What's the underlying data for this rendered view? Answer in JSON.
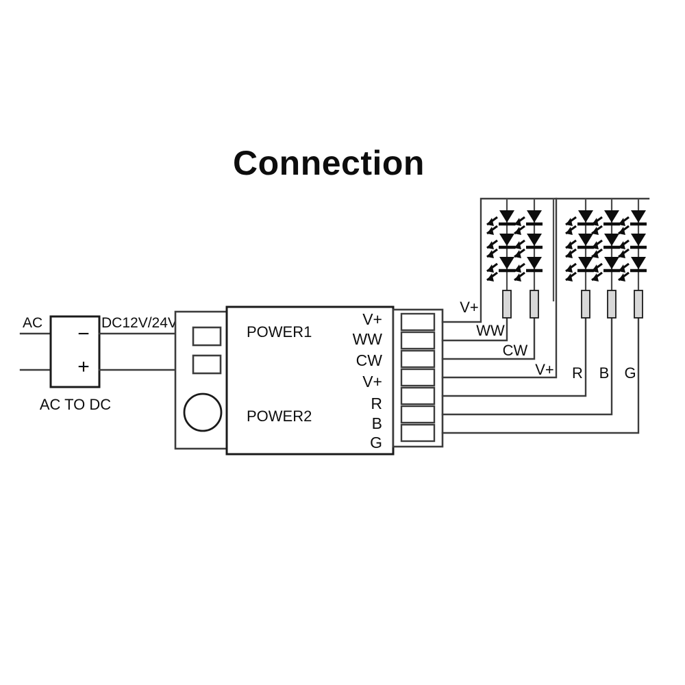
{
  "title": "Connection",
  "power_supply": {
    "caption": "AC TO DC",
    "input_label": "AC",
    "output_label": "DC12V/24V",
    "negative_sign": "−",
    "positive_sign": "+"
  },
  "controller": {
    "power1_label": "POWER1",
    "power2_label": "POWER2",
    "terminals": [
      {
        "label": "V+"
      },
      {
        "label": "WW"
      },
      {
        "label": "CW"
      },
      {
        "label": "V+"
      },
      {
        "label": "R"
      },
      {
        "label": "B"
      },
      {
        "label": "G"
      }
    ]
  },
  "wire_labels": [
    {
      "text": "V+"
    },
    {
      "text": "WW"
    },
    {
      "text": "CW"
    },
    {
      "text": "V+"
    },
    {
      "text": "R"
    },
    {
      "text": "B"
    },
    {
      "text": "G"
    }
  ],
  "led_groups": [
    {
      "name": "cct-strip",
      "columns": 2,
      "leds_per_column": 3
    },
    {
      "name": "rgb-strip",
      "columns": 3,
      "leds_per_column": 3
    }
  ],
  "colors": {
    "background": "#ffffff",
    "line": "#1a1a1a",
    "wire": "#3c3c3c",
    "resistor_fill": "#d8d8d8"
  }
}
